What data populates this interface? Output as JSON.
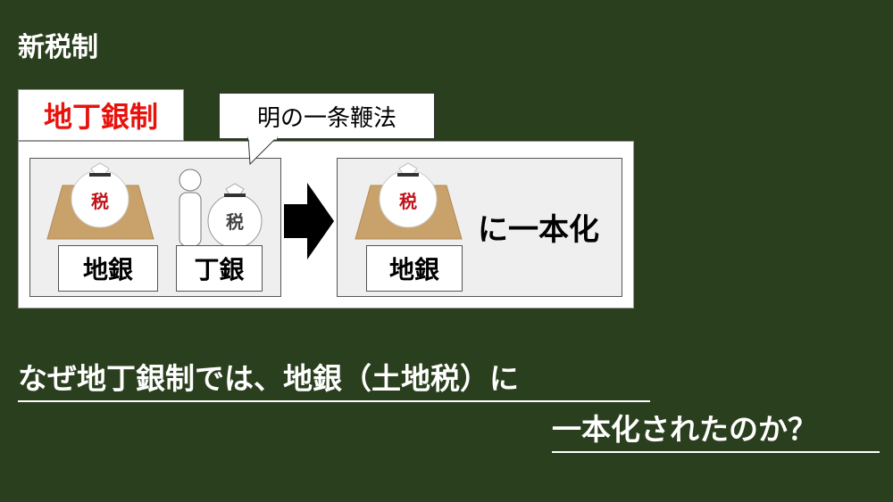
{
  "title": "新税制",
  "system_label": "地丁銀制",
  "speech_bubble": "明の一条鞭法",
  "before": {
    "labels": [
      "地銀",
      "丁銀"
    ],
    "bag_text": "税"
  },
  "after": {
    "label": "地銀",
    "bag_text": "税",
    "caption": "に一本化"
  },
  "question": {
    "line1": "なぜ地丁銀制では、地銀（土地税）に",
    "line2": "一本化されたのか？"
  },
  "colors": {
    "background": "#2a3f1d",
    "accent_red": "#e8120c"
  }
}
